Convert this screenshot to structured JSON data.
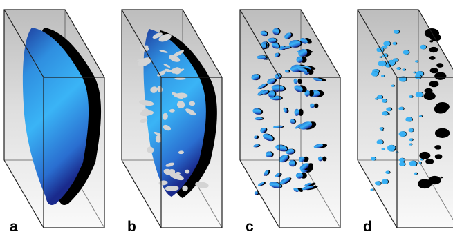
{
  "figure": {
    "panels": [
      {
        "label": "a",
        "state": "intact"
      },
      {
        "label": "b",
        "state": "early fragmentation"
      },
      {
        "label": "c",
        "state": "advanced fragmentation"
      },
      {
        "label": "d",
        "state": "dispersed droplets"
      }
    ],
    "colors": {
      "fill_light": "#38b0f4",
      "fill_dark": "#1a2a8c",
      "shadow": "#000000",
      "box_edge": "#202020",
      "box_bg_light": "#ffffff",
      "box_bg_dark": "#b5b5b5"
    }
  }
}
